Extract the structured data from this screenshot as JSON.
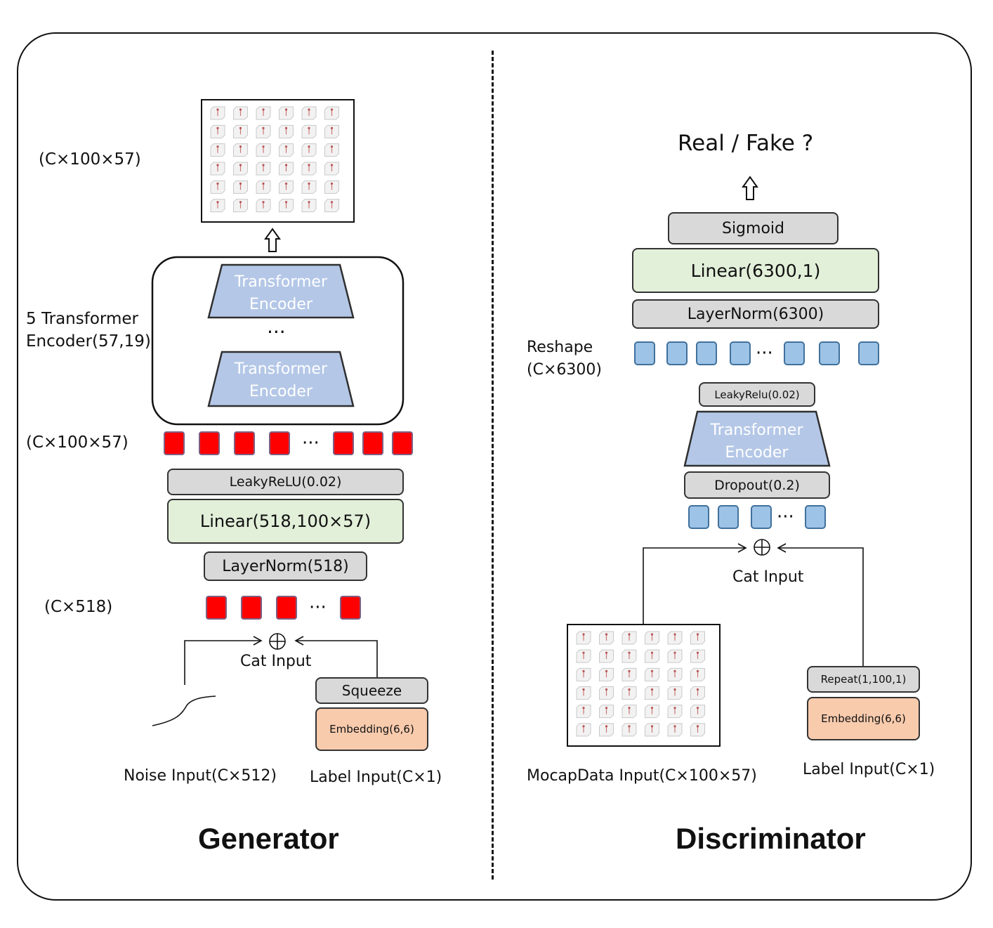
{
  "generator": {
    "title": "Generator",
    "output_shape": "(C×100×57)",
    "transformer_stack_label": "5 Transformer Encoder(57,19)",
    "encoder_label": "Transformer Encoder",
    "stack_dots": "···",
    "seq_shape": "(C×100×57)",
    "seq_dots": "···",
    "leaky": "LeakyReLU(0.02)",
    "linear": "Linear(518,100×57)",
    "layernorm": "LayerNorm(518)",
    "cat_shape": "(C×518)",
    "cat_dots": "···",
    "cat_input": "Cat Input",
    "squeeze": "Squeeze",
    "embedding": "Embedding(6,6)",
    "noise_input": "Noise Input(C×512)",
    "label_input": "Label Input(C×1)"
  },
  "discriminator": {
    "title": "Discriminator",
    "output": "Real / Fake ?",
    "sigmoid": "Sigmoid",
    "linear": "Linear(6300,1)",
    "layernorm": "LayerNorm(6300)",
    "reshape": "Reshape (C×6300)",
    "reshape_dots": "···",
    "leaky": "LeakyRelu(0.02)",
    "encoder_label": "Transformer Encoder",
    "dropout": "Dropout(0.2)",
    "input_dots": "···",
    "cat_input": "Cat Input",
    "repeat": "Repeat(1,100,1)",
    "embedding": "Embedding(6,6)",
    "mocap_input": "MocapData Input(C×100×57)",
    "label_input": "Label Input(C×1)"
  },
  "colors": {
    "sequence_red": "#ff0000",
    "sequence_blue": "#9dc3e6",
    "encoder_blue": "#b4c7e7",
    "linear_green": "#e2efd9",
    "embedding_peach": "#f8cbad",
    "layer_gray": "#d9d9d9"
  }
}
